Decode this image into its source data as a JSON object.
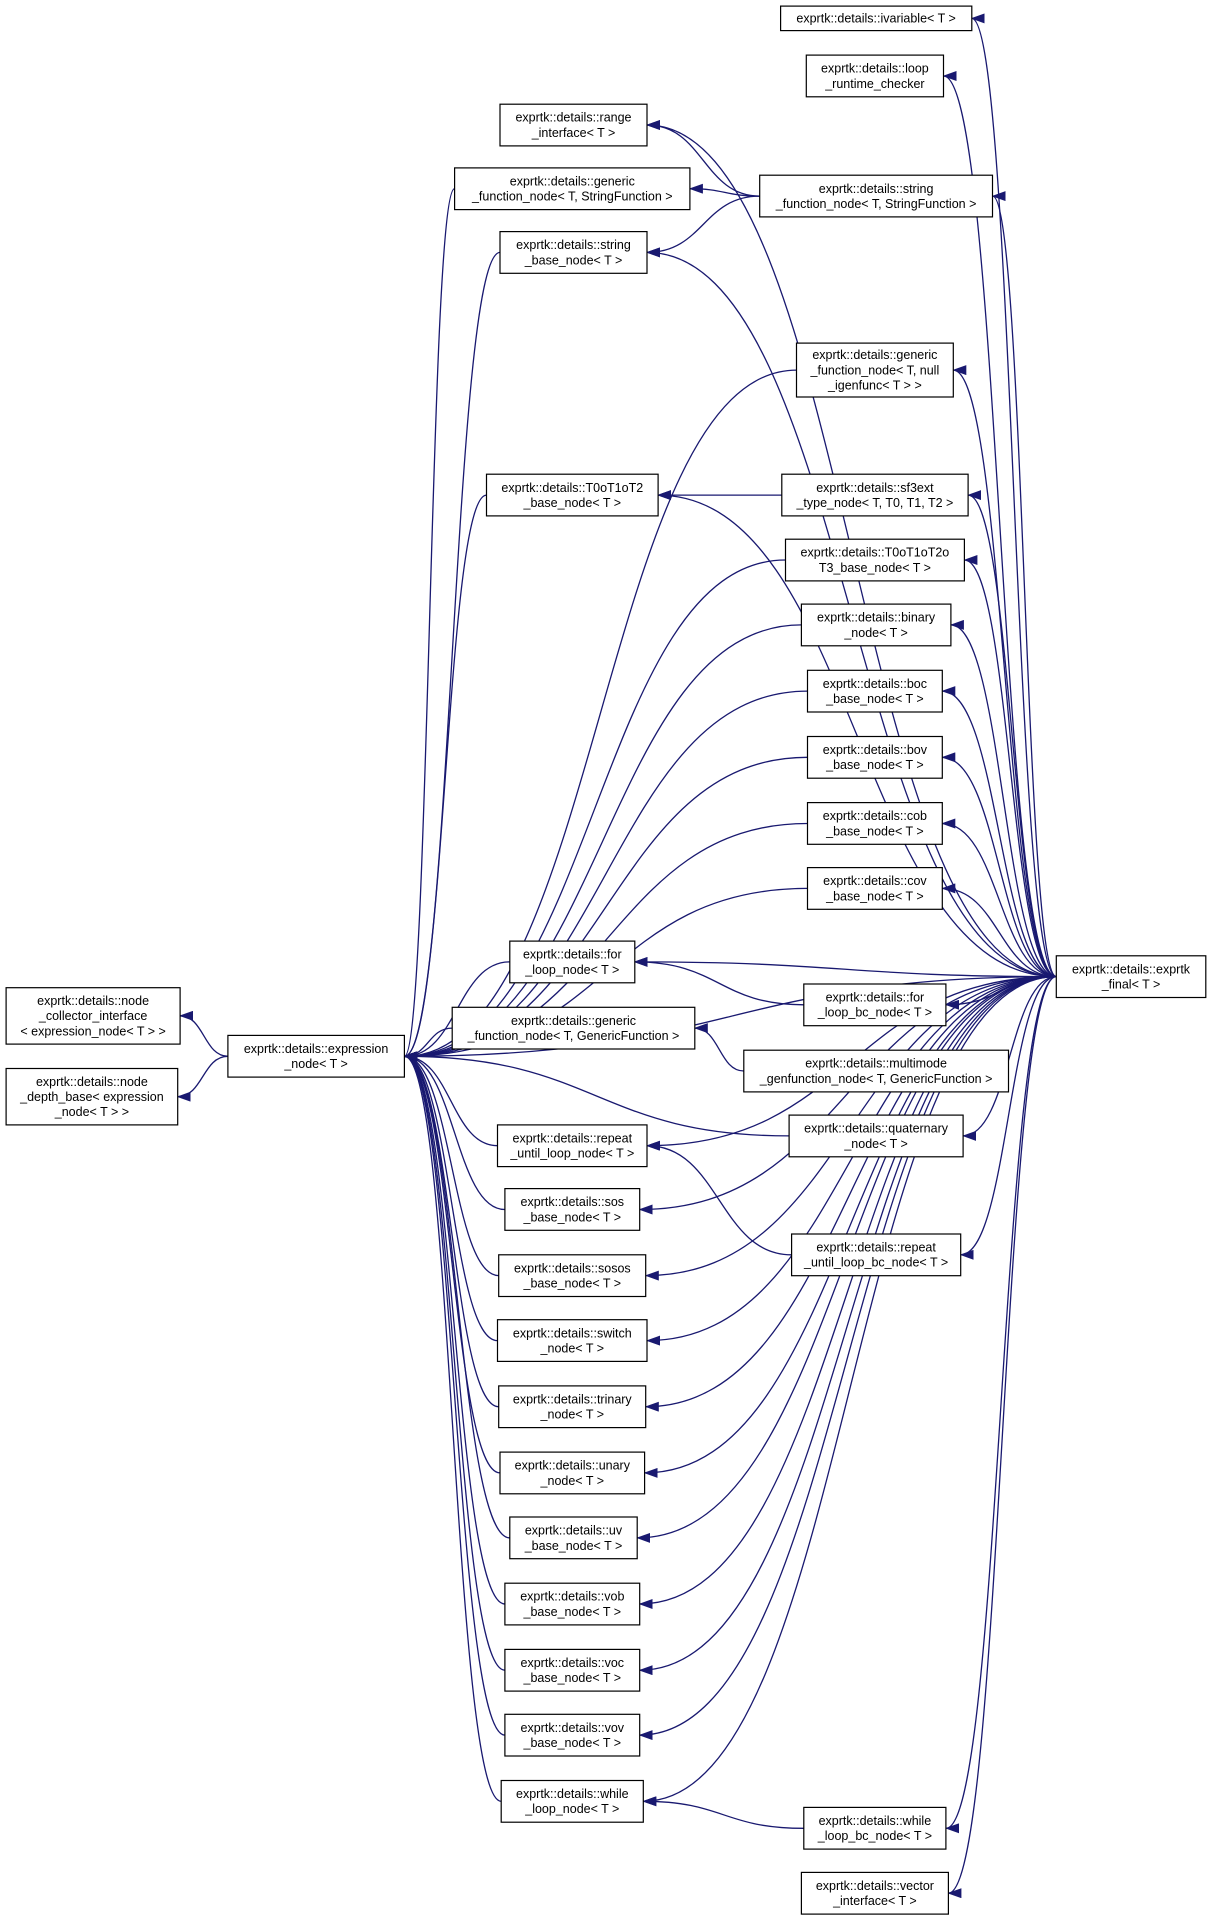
{
  "diagram": {
    "type": "inheritance-graph",
    "edge_color": "#191970",
    "nodes": [
      {
        "id": "ivariable",
        "lines": [
          "exprtk::details::ivariable< T >"
        ]
      },
      {
        "id": "loop_runtime_checker",
        "lines": [
          "exprtk::details::loop",
          "_runtime_checker"
        ]
      },
      {
        "id": "range_interface",
        "lines": [
          "exprtk::details::range",
          "_interface< T >"
        ]
      },
      {
        "id": "generic_function_node_sf",
        "lines": [
          "exprtk::details::generic",
          "_function_node< T, StringFunction >"
        ]
      },
      {
        "id": "string_function_node",
        "lines": [
          "exprtk::details::string",
          "_function_node< T, StringFunction >"
        ]
      },
      {
        "id": "string_base_node",
        "lines": [
          "exprtk::details::string",
          "_base_node< T >"
        ]
      },
      {
        "id": "generic_function_node_null",
        "lines": [
          "exprtk::details::generic",
          "_function_node< T, null",
          "_igenfunc< T > >"
        ]
      },
      {
        "id": "T0oT1oT2_base_node",
        "lines": [
          "exprtk::details::T0oT1oT2",
          "_base_node< T >"
        ]
      },
      {
        "id": "sf3ext_type_node",
        "lines": [
          "exprtk::details::sf3ext",
          "_type_node< T, T0, T1, T2 >"
        ]
      },
      {
        "id": "T0oT1oT2oT3_base_node",
        "lines": [
          "exprtk::details::T0oT1oT2o",
          "T3_base_node< T >"
        ]
      },
      {
        "id": "binary_node",
        "lines": [
          "exprtk::details::binary",
          "_node< T >"
        ]
      },
      {
        "id": "boc_base_node",
        "lines": [
          "exprtk::details::boc",
          "_base_node< T >"
        ]
      },
      {
        "id": "bov_base_node",
        "lines": [
          "exprtk::details::bov",
          "_base_node< T >"
        ]
      },
      {
        "id": "cob_base_node",
        "lines": [
          "exprtk::details::cob",
          "_base_node< T >"
        ]
      },
      {
        "id": "cov_base_node",
        "lines": [
          "exprtk::details::cov",
          "_base_node< T >"
        ]
      },
      {
        "id": "for_loop_node",
        "lines": [
          "exprtk::details::for",
          "_loop_node< T >"
        ]
      },
      {
        "id": "for_loop_bc_node",
        "lines": [
          "exprtk::details::for",
          "_loop_bc_node< T >"
        ]
      },
      {
        "id": "exprtk_final",
        "lines": [
          "exprtk::details::exprtk",
          "_final< T >"
        ]
      },
      {
        "id": "node_collector_interface",
        "lines": [
          "exprtk::details::node",
          "_collector_interface",
          "< expression_node< T > >"
        ]
      },
      {
        "id": "expression_node",
        "lines": [
          "exprtk::details::expression",
          "_node< T >"
        ]
      },
      {
        "id": "generic_function_node_gf",
        "lines": [
          "exprtk::details::generic",
          "_function_node< T, GenericFunction >"
        ]
      },
      {
        "id": "multimode_genfunction_node",
        "lines": [
          "exprtk::details::multimode",
          "_genfunction_node< T, GenericFunction >"
        ]
      },
      {
        "id": "node_depth_base",
        "lines": [
          "exprtk::details::node",
          "_depth_base< expression",
          "_node< T > >"
        ]
      },
      {
        "id": "quaternary_node",
        "lines": [
          "exprtk::details::quaternary",
          "_node< T >"
        ]
      },
      {
        "id": "repeat_until_loop_node",
        "lines": [
          "exprtk::details::repeat",
          "_until_loop_node< T >"
        ]
      },
      {
        "id": "sos_base_node",
        "lines": [
          "exprtk::details::sos",
          "_base_node< T >"
        ]
      },
      {
        "id": "repeat_until_loop_bc_node",
        "lines": [
          "exprtk::details::repeat",
          "_until_loop_bc_node< T >"
        ]
      },
      {
        "id": "sosos_base_node",
        "lines": [
          "exprtk::details::sosos",
          "_base_node< T >"
        ]
      },
      {
        "id": "switch_node",
        "lines": [
          "exprtk::details::switch",
          "_node< T >"
        ]
      },
      {
        "id": "trinary_node",
        "lines": [
          "exprtk::details::trinary",
          "_node< T >"
        ]
      },
      {
        "id": "unary_node",
        "lines": [
          "exprtk::details::unary",
          "_node< T >"
        ]
      },
      {
        "id": "uv_base_node",
        "lines": [
          "exprtk::details::uv",
          "_base_node< T >"
        ]
      },
      {
        "id": "vob_base_node",
        "lines": [
          "exprtk::details::vob",
          "_base_node< T >"
        ]
      },
      {
        "id": "voc_base_node",
        "lines": [
          "exprtk::details::voc",
          "_base_node< T >"
        ]
      },
      {
        "id": "vov_base_node",
        "lines": [
          "exprtk::details::vov",
          "_base_node< T >"
        ]
      },
      {
        "id": "while_loop_node",
        "lines": [
          "exprtk::details::while",
          "_loop_node< T >"
        ]
      },
      {
        "id": "while_loop_bc_node",
        "lines": [
          "exprtk::details::while",
          "_loop_bc_node< T >"
        ]
      },
      {
        "id": "vector_interface",
        "lines": [
          "exprtk::details::vector",
          "_interface< T >"
        ]
      }
    ],
    "edges": [
      [
        "expression_node",
        "node_collector_interface"
      ],
      [
        "expression_node",
        "node_depth_base"
      ],
      [
        "generic_function_node_sf",
        "expression_node"
      ],
      [
        "string_base_node",
        "expression_node"
      ],
      [
        "generic_function_node_null",
        "expression_node"
      ],
      [
        "T0oT1oT2_base_node",
        "expression_node"
      ],
      [
        "T0oT1oT2oT3_base_node",
        "expression_node"
      ],
      [
        "binary_node",
        "expression_node"
      ],
      [
        "boc_base_node",
        "expression_node"
      ],
      [
        "bov_base_node",
        "expression_node"
      ],
      [
        "cob_base_node",
        "expression_node"
      ],
      [
        "cov_base_node",
        "expression_node"
      ],
      [
        "for_loop_node",
        "expression_node"
      ],
      [
        "generic_function_node_gf",
        "expression_node"
      ],
      [
        "quaternary_node",
        "expression_node"
      ],
      [
        "repeat_until_loop_node",
        "expression_node"
      ],
      [
        "sos_base_node",
        "expression_node"
      ],
      [
        "sosos_base_node",
        "expression_node"
      ],
      [
        "switch_node",
        "expression_node"
      ],
      [
        "trinary_node",
        "expression_node"
      ],
      [
        "unary_node",
        "expression_node"
      ],
      [
        "uv_base_node",
        "expression_node"
      ],
      [
        "vob_base_node",
        "expression_node"
      ],
      [
        "voc_base_node",
        "expression_node"
      ],
      [
        "vov_base_node",
        "expression_node"
      ],
      [
        "while_loop_node",
        "expression_node"
      ],
      [
        "exprtk_final",
        "expression_node"
      ],
      [
        "string_function_node",
        "generic_function_node_sf"
      ],
      [
        "string_function_node",
        "range_interface"
      ],
      [
        "string_function_node",
        "string_base_node"
      ],
      [
        "sf3ext_type_node",
        "T0oT1oT2_base_node"
      ],
      [
        "for_loop_bc_node",
        "for_loop_node"
      ],
      [
        "multimode_genfunction_node",
        "generic_function_node_gf"
      ],
      [
        "repeat_until_loop_bc_node",
        "repeat_until_loop_node"
      ],
      [
        "while_loop_bc_node",
        "while_loop_node"
      ],
      [
        "exprtk_final",
        "ivariable"
      ],
      [
        "exprtk_final",
        "loop_runtime_checker"
      ],
      [
        "exprtk_final",
        "range_interface"
      ],
      [
        "exprtk_final",
        "string_function_node"
      ],
      [
        "exprtk_final",
        "string_base_node"
      ],
      [
        "exprtk_final",
        "generic_function_node_null"
      ],
      [
        "exprtk_final",
        "T0oT1oT2_base_node"
      ],
      [
        "exprtk_final",
        "sf3ext_type_node"
      ],
      [
        "exprtk_final",
        "T0oT1oT2oT3_base_node"
      ],
      [
        "exprtk_final",
        "binary_node"
      ],
      [
        "exprtk_final",
        "boc_base_node"
      ],
      [
        "exprtk_final",
        "bov_base_node"
      ],
      [
        "exprtk_final",
        "cob_base_node"
      ],
      [
        "exprtk_final",
        "cov_base_node"
      ],
      [
        "exprtk_final",
        "for_loop_node"
      ],
      [
        "exprtk_final",
        "for_loop_bc_node"
      ],
      [
        "exprtk_final",
        "quaternary_node"
      ],
      [
        "exprtk_final",
        "repeat_until_loop_node"
      ],
      [
        "exprtk_final",
        "sos_base_node"
      ],
      [
        "exprtk_final",
        "repeat_until_loop_bc_node"
      ],
      [
        "exprtk_final",
        "sosos_base_node"
      ],
      [
        "exprtk_final",
        "switch_node"
      ],
      [
        "exprtk_final",
        "trinary_node"
      ],
      [
        "exprtk_final",
        "unary_node"
      ],
      [
        "exprtk_final",
        "uv_base_node"
      ],
      [
        "exprtk_final",
        "vob_base_node"
      ],
      [
        "exprtk_final",
        "voc_base_node"
      ],
      [
        "exprtk_final",
        "vov_base_node"
      ],
      [
        "exprtk_final",
        "while_loop_node"
      ],
      [
        "exprtk_final",
        "while_loop_bc_node"
      ],
      [
        "exprtk_final",
        "vector_interface"
      ]
    ]
  }
}
